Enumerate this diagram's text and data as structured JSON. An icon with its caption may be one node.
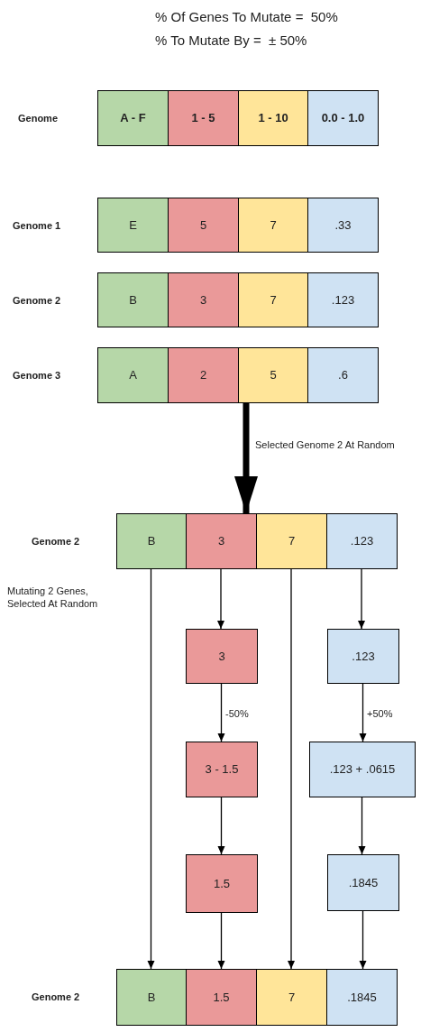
{
  "diagram": {
    "nodes": [
      {
        "text": [
          "A - F"
        ]
      },
      {
        "text": [
          "1 - 5"
        ]
      },
      {
        "text": [
          "1 - 10"
        ]
      },
      {
        "text": [
          "0.0 - 1.0"
        ]
      },
      {
        "text": [
          "E"
        ]
      },
      {
        "text": [
          "5"
        ]
      },
      {
        "text": [
          "7"
        ]
      },
      {
        "text": [
          ".33"
        ]
      },
      {
        "text": [
          "B"
        ]
      },
      {
        "text": [
          "3"
        ]
      },
      {
        "text": [
          "7"
        ]
      },
      {
        "text": [
          ".123"
        ]
      },
      {
        "text": [
          "A"
        ]
      },
      {
        "text": [
          "2"
        ]
      },
      {
        "text": [
          "5"
        ]
      },
      {
        "text": [
          ".6"
        ]
      },
      {
        "text": [
          "B"
        ]
      },
      {
        "text": [
          "3"
        ]
      },
      {
        "text": [
          "7"
        ]
      },
      {
        "text": [
          ".123"
        ]
      },
      {
        "text": [
          "3"
        ]
      },
      {
        "text": [
          "3 - 1.5"
        ]
      },
      {
        "text": [
          "1.5"
        ]
      },
      {
        "text": [
          ".123"
        ]
      },
      {
        "text": [
          ".123 + .0615"
        ]
      },
      {
        "text": [
          ".1845"
        ]
      },
      {
        "text": [
          "B"
        ]
      },
      {
        "text": [
          "1.5"
        ]
      },
      {
        "text": [
          "7"
        ]
      },
      {
        "text": [
          ".1845"
        ]
      }
    ],
    "edges": [
      {
        "from": 14,
        "to": 17,
        "arrow": "to",
        "label": "Selected Genome 2 At Random",
        "style": "thick"
      },
      {
        "from": 16,
        "to": 26,
        "arrow": "to"
      },
      {
        "from": 17,
        "to": 20,
        "arrow": "to"
      },
      {
        "from": 20,
        "to": 21,
        "arrow": "to",
        "label": "-50%"
      },
      {
        "from": 21,
        "to": 22,
        "arrow": "to"
      },
      {
        "from": 22,
        "to": 27,
        "arrow": "to"
      },
      {
        "from": 18,
        "to": 28,
        "arrow": "to"
      },
      {
        "from": 19,
        "to": 23,
        "arrow": "to"
      },
      {
        "from": 23,
        "to": 24,
        "arrow": "to",
        "label": "+50%"
      },
      {
        "from": 24,
        "to": 25,
        "arrow": "to"
      },
      {
        "from": 25,
        "to": 29,
        "arrow": "to"
      }
    ],
    "labels": [
      "% Of Genes To Mutate =  50%",
      "% To Mutate By =  ± 50%",
      "Genome",
      "Genome 1",
      "Genome 2",
      "Genome 3",
      "Genome 2",
      "Mutating 2 Genes, Selected At Random",
      "Genome 2"
    ]
  }
}
